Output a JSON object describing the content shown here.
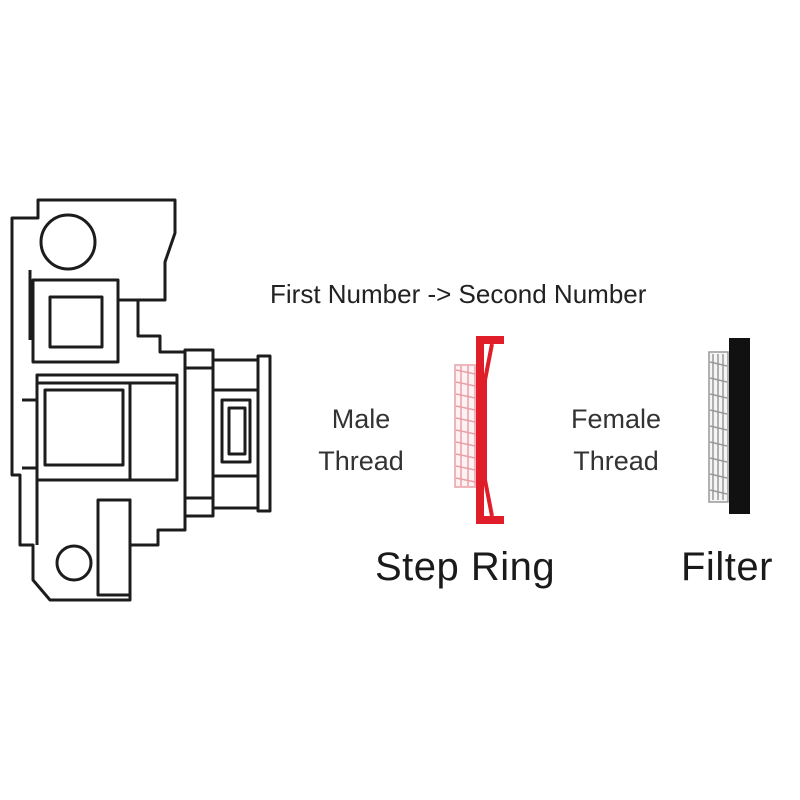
{
  "header": "First Number -> Second Number",
  "labels": {
    "male_line1": "Male",
    "male_line2": "Thread",
    "female_line1": "Female",
    "female_line2": "Thread",
    "step_ring": "Step Ring",
    "filter": "Filter"
  },
  "colors": {
    "outline": "#1c1c1c",
    "step_ring": "#e01e2a",
    "thread_hatch": "#e8a0a6",
    "filter_frame": "#111111",
    "text": "#222222"
  },
  "icons": [
    "camera-icon",
    "step-ring-icon",
    "filter-icon"
  ]
}
